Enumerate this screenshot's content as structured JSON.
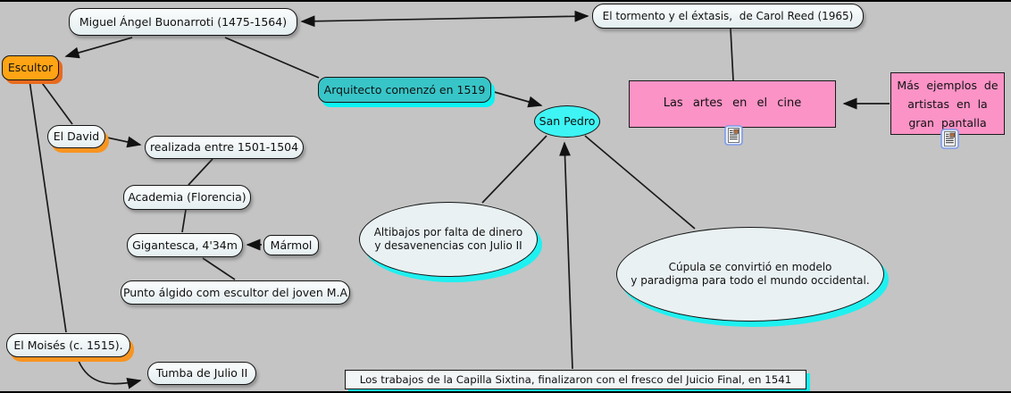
{
  "diagram": {
    "type": "concept-map",
    "topic": "Miguel Ángel Buonarroti",
    "background_color": "#C4C4C4",
    "colors": {
      "canvas_gray": "#C4C4C4",
      "node_fill": "#EDF4F5",
      "orange": "#FFA414",
      "orange_shadow": "#F89420",
      "teal": "#38C5C8",
      "cyan": "#3EF4F4",
      "cyan_shadow": "#1FF0F0",
      "pink": "#FB93C6",
      "line": "#1A1A1A"
    },
    "nodes": {
      "miguel": {
        "label": "Miguel Ángel Buonarroti (1475-1564)"
      },
      "tormento": {
        "label": "El tormento y el éxtasis,  de Carol Reed (1965)"
      },
      "escultor": {
        "label": "Escultor"
      },
      "arquitecto": {
        "label": "Arquitecto comenzó en 1519"
      },
      "sanpedro": {
        "label": "San Pedro"
      },
      "lasartes": {
        "label": "Las artes  en el cine"
      },
      "masejemplos": {
        "label": "Más ejemplos de artistas en la gran pantalla"
      },
      "eldavid": {
        "label": "El David"
      },
      "realizada": {
        "label": "realizada entre 1501-1504"
      },
      "academia": {
        "label": "Academia (Florencia)"
      },
      "gigantesca": {
        "label": "Gigantesca, 4'34m"
      },
      "marmol": {
        "label": "Mármol"
      },
      "punto": {
        "label": "Punto álgido com escultor del joven M.A"
      },
      "moises": {
        "label": "El Moisés (c. 1515)."
      },
      "tumba": {
        "label": "Tumba de Julio II"
      },
      "altibajos": {
        "label": "Altibajos por falta de dinero\ny desavenencias con Julio II"
      },
      "cupula": {
        "label": "Cúpula se convirtió en modelo\ny paradigma para todo el mundo occidental."
      },
      "capilla": {
        "label": "Los trabajos de la Capilla Sixtina, finalizaron con el fresco del Juicio Final, en 1541"
      }
    },
    "icons": [
      {
        "name": "document-resource-icon",
        "attached_to": "lasartes"
      },
      {
        "name": "document-resource-icon",
        "attached_to": "masejemplos"
      }
    ],
    "connections": [
      {
        "from": "miguel",
        "to": "tormento",
        "arrow": "both"
      },
      {
        "from": "miguel",
        "to": "escultor",
        "arrow": "end"
      },
      {
        "from": "miguel",
        "to": "arquitecto",
        "arrow": "none"
      },
      {
        "from": "arquitecto",
        "to": "sanpedro",
        "arrow": "end"
      },
      {
        "from": "tormento",
        "to": "lasartes",
        "arrow": "none"
      },
      {
        "from": "masejemplos",
        "to": "lasartes",
        "arrow": "end"
      },
      {
        "from": "escultor",
        "to": "eldavid",
        "arrow": "none"
      },
      {
        "from": "escultor",
        "to": "moises",
        "arrow": "none"
      },
      {
        "from": "eldavid",
        "to": "realizada",
        "arrow": "end"
      },
      {
        "from": "realizada",
        "to": "academia",
        "arrow": "none"
      },
      {
        "from": "academia",
        "to": "gigantesca",
        "arrow": "none"
      },
      {
        "from": "marmol",
        "to": "gigantesca",
        "arrow": "end"
      },
      {
        "from": "gigantesca",
        "to": "punto",
        "arrow": "none"
      },
      {
        "from": "moises",
        "to": "tumba",
        "arrow": "end"
      },
      {
        "from": "capilla",
        "to": "sanpedro",
        "arrow": "end"
      },
      {
        "from": "sanpedro",
        "to": "altibajos",
        "arrow": "none"
      },
      {
        "from": "sanpedro",
        "to": "cupula",
        "arrow": "none"
      }
    ]
  }
}
